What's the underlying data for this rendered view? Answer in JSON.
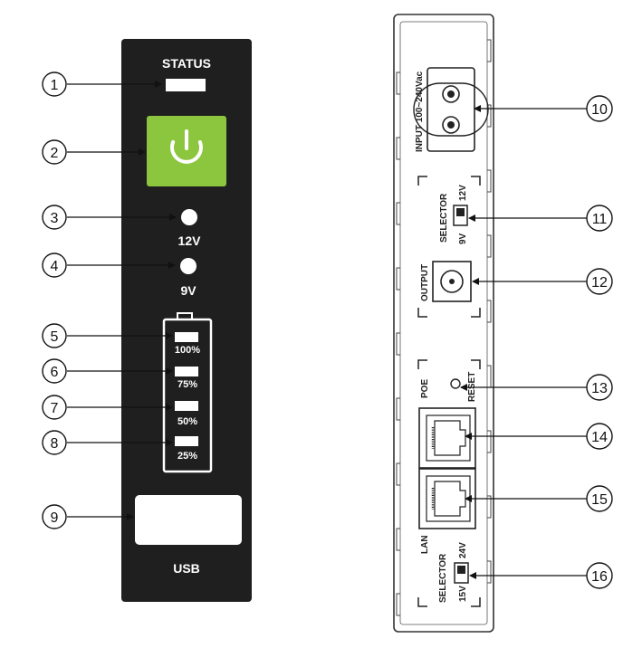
{
  "front": {
    "status_label": "STATUS",
    "v12_label": "12V",
    "v9_label": "9V",
    "battery_levels": [
      "100%",
      "75%",
      "50%",
      "25%"
    ],
    "usb_label": "USB",
    "power_button_color": "#8cc63f",
    "panel_color": "#1f1f1f"
  },
  "back": {
    "input_label": "INPUT 100~240Vac",
    "selector_label": "SELECTOR",
    "selector_12v": "12V",
    "selector_9v": "9V",
    "output_label": "OUTPUT",
    "poe_label": "POE",
    "reset_label": "RESET",
    "lan_label": "LAN",
    "selector2_label": "SELECTOR",
    "selector2_24v": "24V",
    "selector2_15v": "15V"
  },
  "callouts": {
    "c1": "1",
    "c2": "2",
    "c3": "3",
    "c4": "4",
    "c5": "5",
    "c6": "6",
    "c7": "7",
    "c8": "8",
    "c9": "9",
    "c10": "10",
    "c11": "11",
    "c12": "12",
    "c13": "13",
    "c14": "14",
    "c15": "15",
    "c16": "16"
  }
}
